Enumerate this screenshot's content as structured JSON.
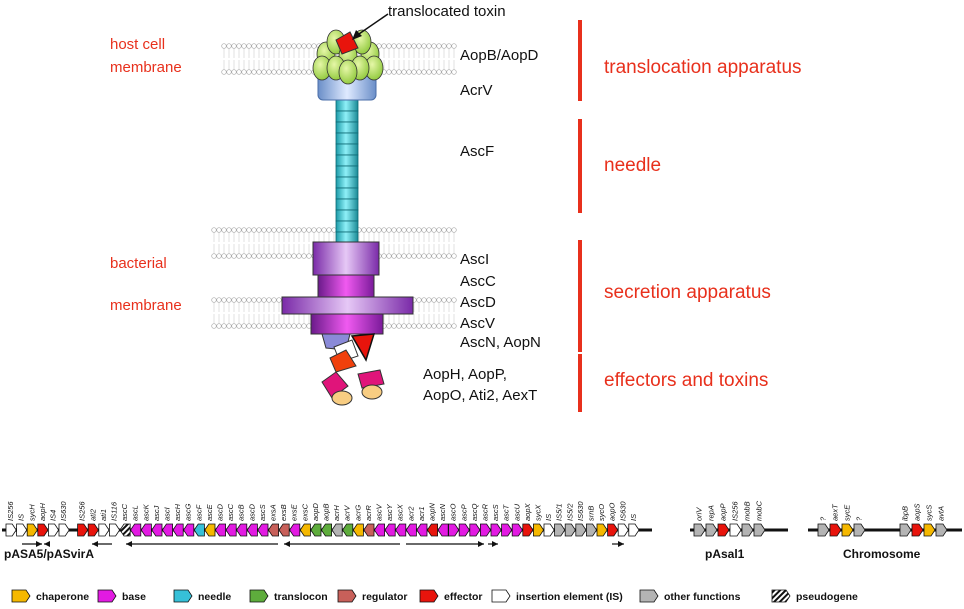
{
  "diagram": {
    "top_label": "translocated toxin",
    "components": [
      "AopB/AopD",
      "AcrV",
      "AscF",
      "AscI",
      "AscC",
      "AscD",
      "AscV",
      "AscN, AopN"
    ],
    "effectors": [
      "AopH, AopP,",
      "AopO, Ati2, AexT"
    ],
    "membranes": {
      "host": [
        "host cell",
        "membrane"
      ],
      "bacterial": [
        "bacterial",
        "membrane"
      ]
    },
    "categories": [
      "translocation apparatus",
      "needle",
      "secretion apparatus",
      "effectors and toxins"
    ]
  },
  "genes": {
    "segment_labels": [
      "pASA5/pASvirA",
      "pAsal1",
      "Chromosome"
    ],
    "pasa5": [
      "IS256",
      "IS",
      "sycH",
      "aopH",
      "IS4",
      "IS630",
      "IS256",
      "ati2",
      "ati1",
      "IS116",
      "ascC",
      "ascL",
      "ascK",
      "ascJ",
      "ascI",
      "ascH",
      "ascG",
      "ascF",
      "ascE",
      "ascD",
      "ascC",
      "ascB",
      "ascD",
      "ascS",
      "exsA",
      "exsB",
      "exsE",
      "exsC",
      "aopD",
      "aopB",
      "acrH",
      "acrV",
      "acrG",
      "acrR",
      "ascV",
      "ascY",
      "ascX",
      "acr2",
      "acr1",
      "aopN",
      "ascN",
      "ascO",
      "ascP",
      "ascQ",
      "ascR",
      "ascS",
      "ascT",
      "ascU",
      "aopX",
      "sycX",
      "IS",
      "IS5/1",
      "IS5/2",
      "IS630",
      "srnB",
      "sycO",
      "aopO",
      "IS630",
      "IS"
    ],
    "pasal1": [
      "oriV",
      "repA",
      "aopP",
      "IS256",
      "mobB",
      "mobC"
    ],
    "chromosome": [
      "?",
      "aexT",
      "sycE",
      "?",
      "ibpB",
      "aopS",
      "sycS",
      "avtA"
    ]
  },
  "legend": [
    {
      "label": "chaperone",
      "color": "#f5b800"
    },
    {
      "label": "base",
      "color": "#e21ae2"
    },
    {
      "label": "needle",
      "color": "#36c0d8"
    },
    {
      "label": "translocon",
      "color": "#5eac3c"
    },
    {
      "label": "regulator",
      "color": "#c8605a"
    },
    {
      "label": "effector",
      "color": "#e8140c"
    },
    {
      "label": "insertion element (IS)",
      "color": "#ffffff"
    },
    {
      "label": "other functions",
      "color": "#b4b4b4"
    },
    {
      "label": "pseudogene",
      "color": "hatched"
    }
  ]
}
